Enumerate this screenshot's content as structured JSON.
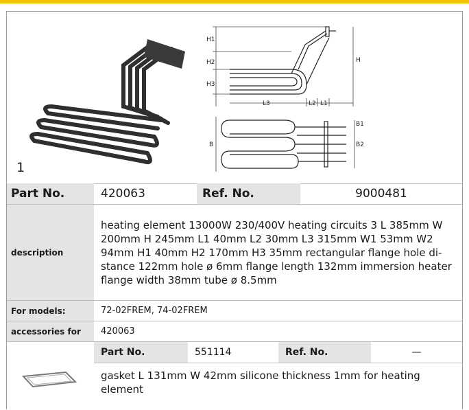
{
  "image_number": "1",
  "diagram_labels": {
    "h1": "H1",
    "h2": "H2",
    "h3": "H3",
    "h": "H",
    "l3": "L3",
    "l2": "L2",
    "l1": "L1",
    "b": "B",
    "b1": "B1",
    "b2": "B2"
  },
  "header": {
    "part_label": "Part No.",
    "part_value": "420063",
    "ref_label": "Ref. No.",
    "ref_value": "9000481"
  },
  "description": {
    "label": "description",
    "text": "heating element  13000W 230/400V heating circuits 3 L 385mm W 200mm H 245mm L1 40mm L2 30mm L3 315mm W1 53mm W2 94mm H1 40mm H2 170mm H3 35mm rectangular flange hole di-stance 122mm hole ø 6mm flange length 132mm immersion heater flange width 38mm tube ø 8.5mm"
  },
  "models": {
    "label": "For models:",
    "value": "72-02FREM, 74-02FREM"
  },
  "accessories": {
    "label": "accessories for",
    "value": "420063"
  },
  "accessory": {
    "part_label": "Part No.",
    "part_value": "551114",
    "ref_label": "Ref. No.",
    "ref_value": "—",
    "text": "gasket  L 131mm W 42mm silicone thickness 1mm for heating element"
  },
  "colors": {
    "accent": "#f2c200",
    "label_bg": "#e4e4e4"
  }
}
